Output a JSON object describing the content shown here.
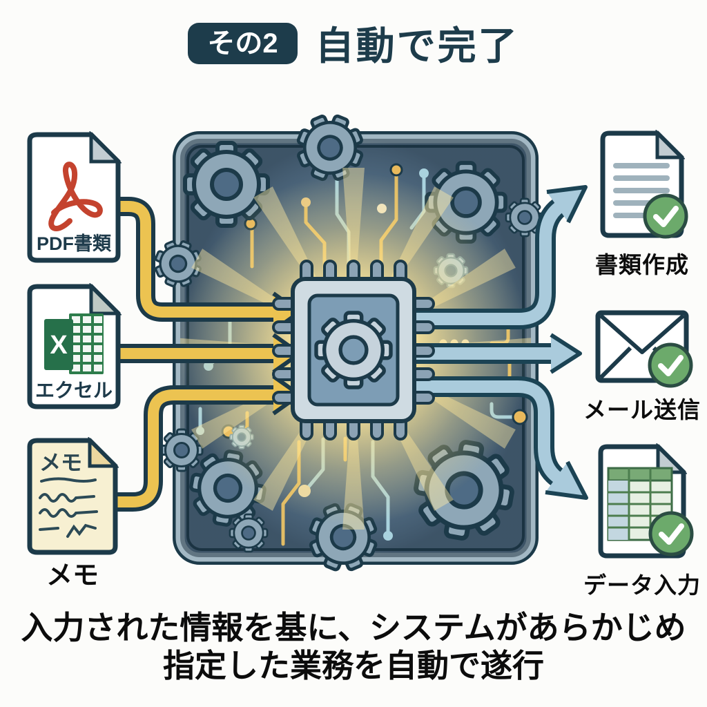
{
  "title": {
    "badge": "その2",
    "heading": "自動で完了"
  },
  "inputs": {
    "pdf": {
      "label": "PDF書類"
    },
    "excel": {
      "label": "エクセル",
      "logo_letter": "X"
    },
    "memo": {
      "label": "メモ",
      "inner_title": "メモ"
    }
  },
  "outputs": {
    "document": {
      "label": "書類作成"
    },
    "email": {
      "label": "メール送信"
    },
    "data_entry": {
      "label": "データ入力"
    }
  },
  "caption": {
    "line1": "入力された情報を基に、システムがあらかじめ",
    "line2": "指定した業務を自動で遂行"
  },
  "icons": {
    "pdf-logo-icon": "red-acrobat-swirl",
    "excel-logo-icon": "green-spreadsheet-with-x",
    "memo-scribble-icon": "handwritten-note-lines",
    "cpu-chip-icon": "microchip-with-gear",
    "gear-icon": "eight-tooth-cog",
    "document-icon": "page-with-text-lines",
    "envelope-icon": "mail-envelope",
    "spreadsheet-table-icon": "page-with-green-table",
    "check-badge-icon": "green-circle-white-check",
    "input-arrow-icon": "yellow-elbow-arrow-right",
    "output-arrow-icon": "blue-elbow-arrow"
  },
  "colors": {
    "background": "#fcfcfa",
    "title_navy": "#1d3c4b",
    "outline_dark": "#1c3a49",
    "board_fill": "#5d7890",
    "board_edge_light": "#a3b8c4",
    "gear_fill": "#8ea7b7",
    "arrow_yellow": "#ecc351",
    "arrow_blue": "#aacbdc",
    "glow_yellow": "#ffe79a",
    "check_green": "#6caa6b",
    "pdf_red": "#c4432e",
    "excel_green": "#2e7d4c",
    "memo_cream": "#f7f0d2",
    "caption_black": "#0c0c0c"
  }
}
